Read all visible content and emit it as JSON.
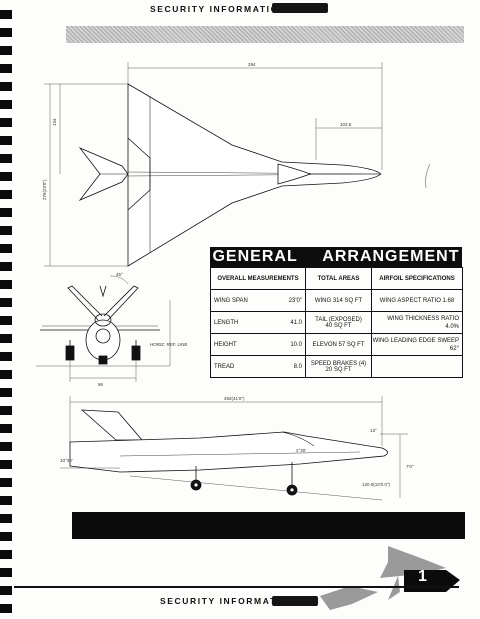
{
  "header": {
    "security_text": "SECURITY INFORMATION—S"
  },
  "footer": {
    "security_text": "SECURITY INFORMATION—",
    "page_number": "1"
  },
  "dimension_labels": {
    "overall_length": "294",
    "semi_span": "134",
    "tail_offset": "103.5",
    "span": "276(23'0\")",
    "dihedral_angle": "45°",
    "ground_ref": "HORIZ. REF. LINE",
    "tread": "96",
    "side_length": "492(41'0\")",
    "tail_angle": "13°",
    "nose_angle": "2°30'",
    "rear_angle": "10°30'",
    "fin_height": "7'0\"",
    "overall_height": "120.0(10'0.0\")"
  },
  "general_arrangement": {
    "title": "GENERAL ARRANGEMENT",
    "headers": [
      "OVERALL MEASUREMENTS",
      "TOTAL AREAS",
      "AIRFOIL SPECIFICATIONS"
    ],
    "measurements": [
      {
        "label": "WING SPAN",
        "value": "23'0\""
      },
      {
        "label": "LENGTH",
        "value": "41.0"
      },
      {
        "label": "HEIGHT",
        "value": "10.0"
      },
      {
        "label": "TREAD",
        "value": "8.0"
      }
    ],
    "areas": [
      {
        "l1": "WING 314 SQ FT",
        "l2": ""
      },
      {
        "l1": "TAIL (EXPOSED)",
        "l2": "40 SQ FT"
      },
      {
        "l1": "ELEVON 57  SQ FT",
        "l2": ""
      },
      {
        "l1": "SPEED BRAKES (4)",
        "l2": "20 SQ FT"
      }
    ],
    "airfoil": [
      {
        "l1": "WING ASPECT RATIO 1.68",
        "l2": ""
      },
      {
        "l1": "WING THICKNESS RATIO",
        "l2": "4.0%"
      },
      {
        "l1": "WING LEADING EDGE SWEEP",
        "l2": "62°"
      }
    ]
  }
}
